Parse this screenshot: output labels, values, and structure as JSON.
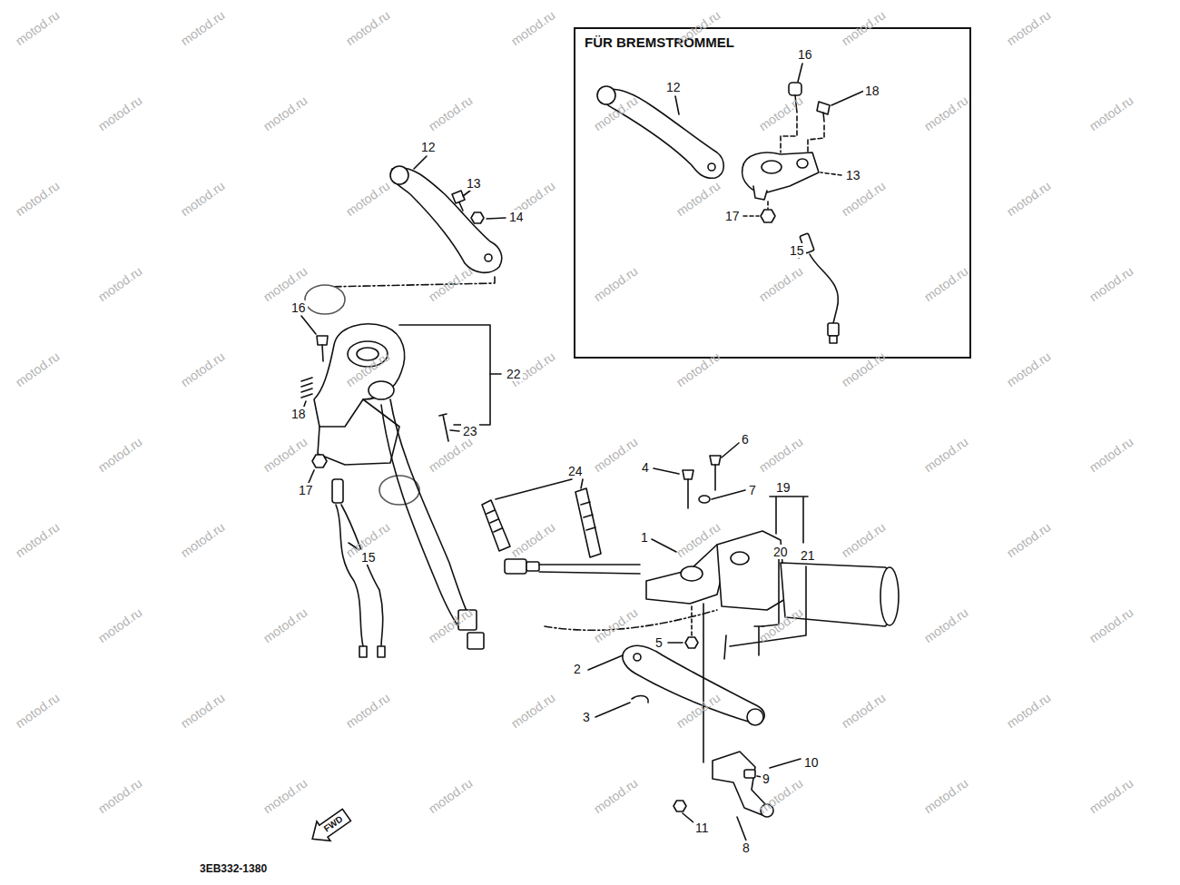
{
  "diagram": {
    "nodes": [
      {
        "text": [
          "FÜR BREMSTROMMEL"
        ]
      },
      {
        "text": [
          "FWD"
        ]
      }
    ],
    "labels": [
      "12",
      "16",
      "18",
      "13",
      "17",
      "15",
      "12",
      "13",
      "14",
      "16",
      "22",
      "18",
      "23",
      "17",
      "24",
      "6",
      "4",
      "7",
      "19",
      "1",
      "20",
      "21",
      "15",
      "5",
      "2",
      "3",
      "10",
      "9",
      "11",
      "8",
      "3EB332-1380",
      "motod.ru",
      "motod.ru",
      "motod.ru",
      "motod.ru",
      "motod.ru",
      "motod.ru",
      "motod.ru",
      "motod.ru",
      "motod.ru",
      "motod.ru",
      "motod.ru",
      "motod.ru",
      "motod.ru",
      "motod.ru",
      "motod.ru",
      "motod.ru",
      "motod.ru",
      "motod.ru",
      "motod.ru",
      "motod.ru",
      "motod.ru",
      "motod.ru",
      "motod.ru",
      "motod.ru",
      "motod.ru",
      "motod.ru",
      "motod.ru",
      "motod.ru",
      "motod.ru",
      "motod.ru",
      "motod.ru",
      "motod.ru",
      "motod.ru",
      "motod.ru",
      "motod.ru",
      "motod.ru",
      "motod.ru",
      "motod.ru",
      "motod.ru",
      "motod.ru",
      "motod.ru",
      "motod.ru",
      "motod.ru",
      "motod.ru",
      "motod.ru",
      "motod.ru",
      "motod.ru",
      "motod.ru",
      "motod.ru",
      "motod.ru",
      "motod.ru",
      "motod.ru",
      "motod.ru",
      "motod.ru",
      "motod.ru",
      "motod.ru",
      "motod.ru",
      "motod.ru",
      "motod.ru",
      "motod.ru",
      "motod.ru",
      "motod.ru",
      "motod.ru",
      "motod.ru",
      "motod.ru",
      "motod.ru",
      "motod.ru",
      "motod.ru",
      "motod.ru",
      "motod.ru"
    ]
  }
}
